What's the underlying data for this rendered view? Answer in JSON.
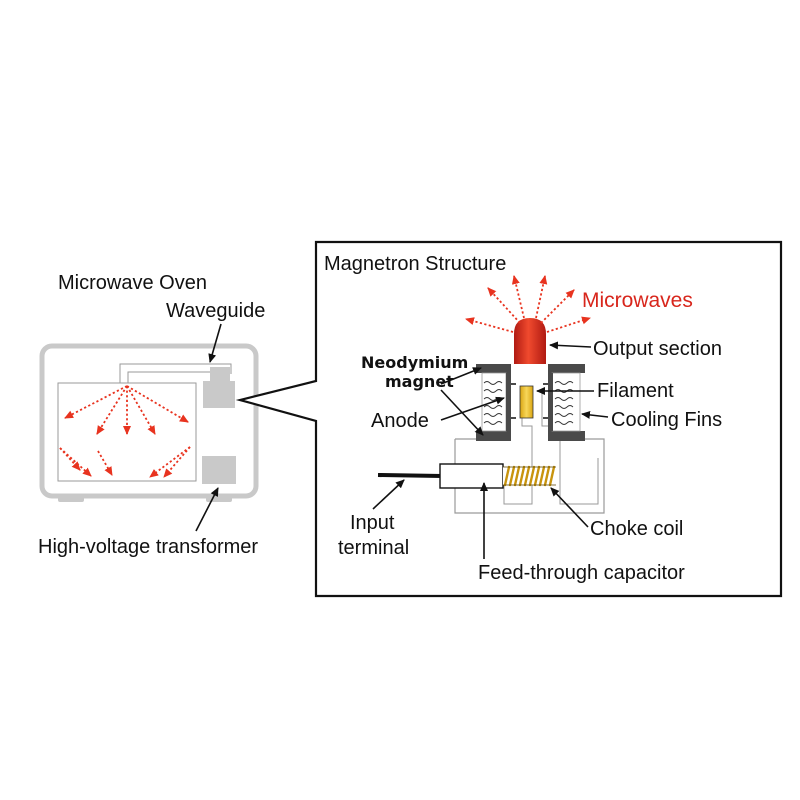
{
  "labels": {
    "oven_title": "Microwave Oven",
    "waveguide": "Waveguide",
    "transformer": "High-voltage transformer",
    "magnetron_title": "Magnetron Structure",
    "microwaves": "Microwaves",
    "output_section": "Output section",
    "neodymium_line1": "Neodymium",
    "neodymium_line2": "magnet",
    "filament": "Filament",
    "anode": "Anode",
    "cooling_fins": "Cooling Fins",
    "input_line1": "Input",
    "input_line2": "terminal",
    "choke_coil": "Choke coil",
    "capacitor": "Feed-through capacitor"
  },
  "colors": {
    "microwave_red": "#e8331f",
    "output_red": "#d9261c",
    "magnet_dark": "#4a4a4a",
    "filament_yellow": "#f2c230",
    "coil_gold": "#c8940e",
    "oven_gray": "#c9c9c9"
  }
}
